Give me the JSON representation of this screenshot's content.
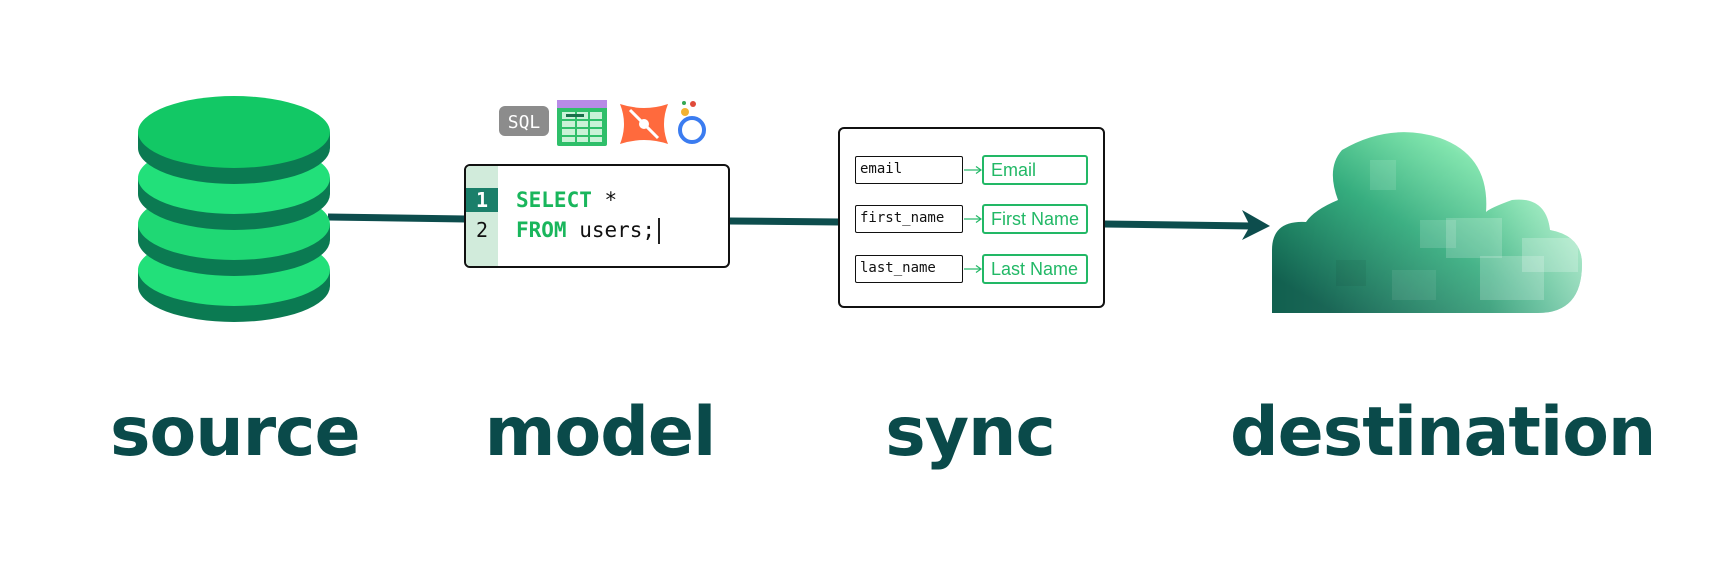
{
  "stages": {
    "source": {
      "label": "source"
    },
    "model": {
      "label": "model",
      "tools": {
        "sql_badge": "SQL",
        "icons": [
          "sql-badge-icon",
          "spreadsheet-icon",
          "dbt-icon",
          "looker-icon"
        ]
      },
      "editor": {
        "line_numbers": [
          "1",
          "2"
        ],
        "lines": [
          {
            "keyword": "SELECT",
            "rest": " *"
          },
          {
            "keyword": "FROM",
            "rest": " users;"
          }
        ]
      }
    },
    "sync": {
      "label": "sync",
      "mappings": [
        {
          "source": "email",
          "destination": "Email"
        },
        {
          "source": "first_name",
          "destination": "First Name"
        },
        {
          "source": "last_name",
          "destination": "Last Name"
        }
      ]
    },
    "destination": {
      "label": "destination"
    }
  },
  "colors": {
    "connector": "#0d4d4d",
    "green_bright": "#22e07a",
    "green_dark": "#0b7a52",
    "label_text": "#0a4a4a",
    "field_green": "#22b866"
  }
}
